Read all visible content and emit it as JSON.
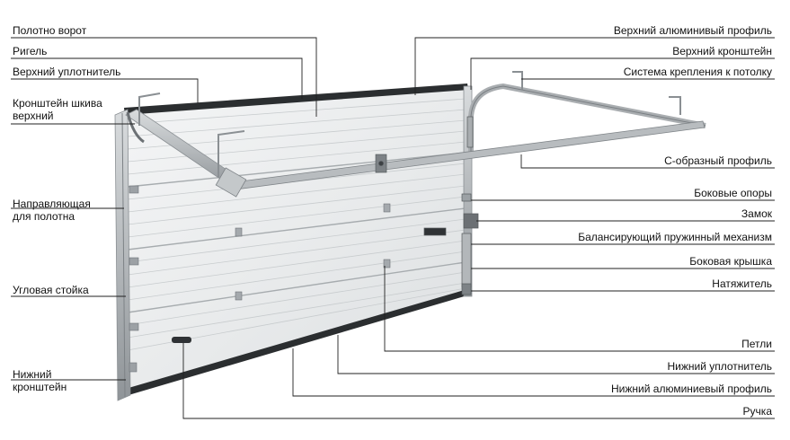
{
  "labels_left": [
    {
      "id": "door-panel",
      "lines": [
        "Полотно ворот"
      ]
    },
    {
      "id": "crossbar",
      "lines": [
        "Ригель"
      ]
    },
    {
      "id": "top-seal",
      "lines": [
        "Верхний уплотнитель"
      ]
    },
    {
      "id": "pulley-bracket",
      "lines": [
        "Кронштейн шкива",
        "верхний"
      ]
    },
    {
      "id": "guide-rail",
      "lines": [
        "Направляющая",
        "для полотна"
      ]
    },
    {
      "id": "corner-post",
      "lines": [
        "Угловая стойка"
      ]
    },
    {
      "id": "bottom-bracket",
      "lines": [
        "Нижний",
        "кронштейн"
      ]
    }
  ],
  "labels_right": [
    {
      "id": "top-aluminium-profile",
      "lines": [
        "Верхний алюминивый профиль"
      ]
    },
    {
      "id": "top-bracket",
      "lines": [
        "Верхний кронштейн"
      ]
    },
    {
      "id": "ceiling-mount",
      "lines": [
        "Система крепления к потолку"
      ]
    },
    {
      "id": "c-profile",
      "lines": [
        "С-образный профиль"
      ]
    },
    {
      "id": "side-supports",
      "lines": [
        "Боковые опоры"
      ]
    },
    {
      "id": "lock",
      "lines": [
        "Замок"
      ]
    },
    {
      "id": "spring-mechanism",
      "lines": [
        "Балансирующий пружинный механизм"
      ]
    },
    {
      "id": "side-cover",
      "lines": [
        "Боковая крышка"
      ]
    },
    {
      "id": "tensioner",
      "lines": [
        "Натяжитель"
      ]
    },
    {
      "id": "hinges",
      "lines": [
        "Петли"
      ]
    },
    {
      "id": "bottom-seal",
      "lines": [
        "Нижний уплотнитель"
      ]
    },
    {
      "id": "bottom-aluminium-profile",
      "lines": [
        "Нижний алюминиевый профиль"
      ]
    },
    {
      "id": "handle",
      "lines": [
        "Ручка"
      ]
    }
  ]
}
